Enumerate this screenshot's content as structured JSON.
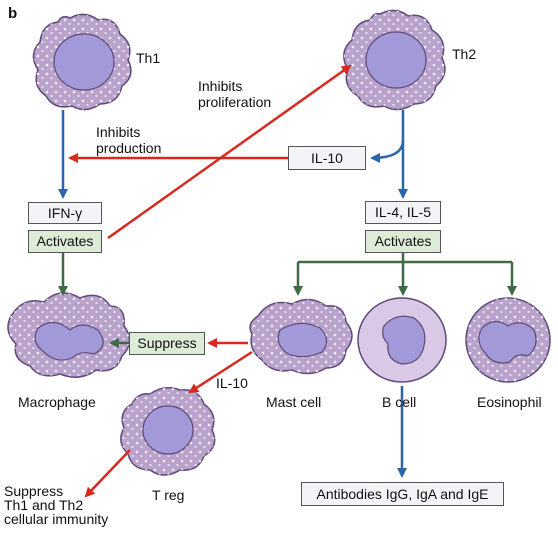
{
  "panel_letter": "b",
  "cells": {
    "th1": "Th1",
    "th2": "Th2",
    "macrophage": "Macrophage",
    "mast_cell": "Mast cell",
    "b_cell": "B cell",
    "eosinophil": "Eosinophil",
    "treg": "T reg"
  },
  "boxes": {
    "il10_top": "IL-10",
    "ifn_gamma": "IFN-γ",
    "activates_left": "Activates",
    "il4_il5": "IL-4, IL-5",
    "activates_right": "Activates",
    "suppress": "Suppress",
    "antibodies": "Antibodies IgG, IgA and IgE"
  },
  "edge_labels": {
    "inhibits_proliferation": [
      "Inhibits",
      "proliferation"
    ],
    "inhibits_production": [
      "Inhibits",
      "production"
    ],
    "il10_treg": "IL-10",
    "suppress_immunity": [
      "Suppress",
      "Th1 and Th2",
      "cellular immunity"
    ]
  },
  "colors": {
    "cell_fill": "#b9a3cd",
    "cell_stroke": "#5e4a7a",
    "nucleus_fill": "#a29ad8",
    "blue_arrow": "#2b66a8",
    "green_arrow": "#3e6b45",
    "red_arrow": "#d7291f"
  }
}
